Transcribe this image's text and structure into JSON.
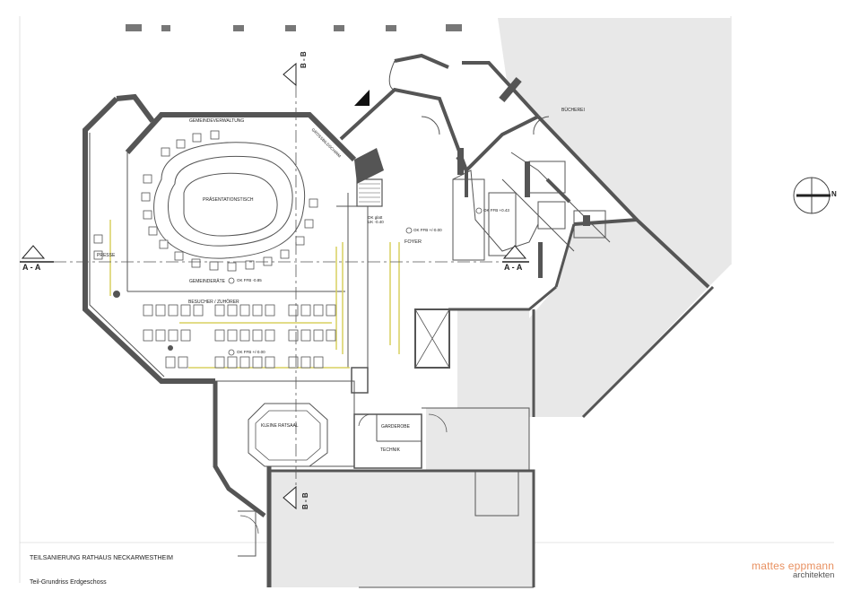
{
  "title_block": {
    "project": "TEILSANIERUNG RATHAUS NECKARWESTHEIM",
    "sheet": "Teil-Grundriss Erdgeschoss"
  },
  "brand": {
    "name": "mattes eppmann",
    "sub": "architekten",
    "accent": "#e89060"
  },
  "section_marks": {
    "aa_left": "A - A",
    "aa_right": "A - A",
    "bb_top": "B - B",
    "bb_bottom": "B - B"
  },
  "north": "N",
  "rooms": {
    "buecherei": "BÜCHEREI",
    "gemeindeverwaltung": "GEMEINDEVERWALTUNG",
    "praesentation": "PRÄSENTATIONSTISCH",
    "gemeinderaete": "GEMEINDERÄTE",
    "besucher": "BESUCHER / ZUHÖRER",
    "presse": "PRESSE",
    "foyer": "FOYER",
    "kleiner_ratsaal": "KLEINE RATSAAL",
    "garderobe": "GARDEROBE",
    "technik": "TECHNIK",
    "grossbildschirm": "GROSSBILDSCHIRM"
  },
  "levels": {
    "ratsaal": "OK FFB -0.85",
    "besucher": "OK FFB +/-0.00",
    "foyer": "OK FFB +/-0.00",
    "treppe": "OK FFB +0.43",
    "note": "OK glatt UK -0.40"
  },
  "colors": {
    "wall": "#555555",
    "grey_zone": "#e8e8e8",
    "yellow": "#d8d060"
  }
}
